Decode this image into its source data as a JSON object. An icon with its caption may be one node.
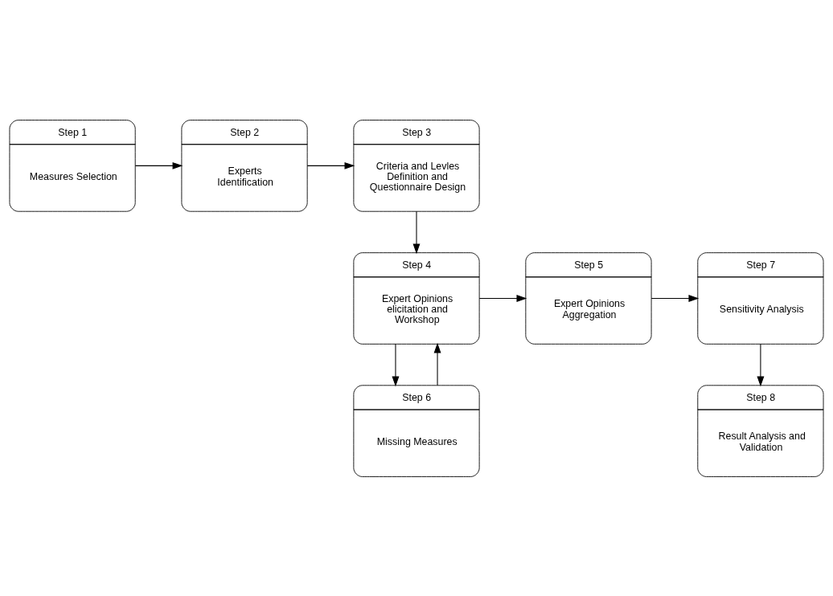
{
  "diagram": {
    "nodes": [
      {
        "text": [
          "Step 1",
          "Measures Selection"
        ]
      },
      {
        "text": [
          "Step 2",
          "Experts Identification"
        ]
      },
      {
        "text": [
          "Step 3",
          "Criteria and Levles Definition and Questionnaire Design"
        ]
      },
      {
        "text": [
          "Step 4",
          "Expert Opinions elicitation and Workshop"
        ]
      },
      {
        "text": [
          "Step 5",
          "Expert Opinions Aggregation"
        ]
      },
      {
        "text": [
          "Step 7",
          "Sensitivity Analysis"
        ]
      },
      {
        "text": [
          "Step 6",
          "Missing Measures"
        ]
      },
      {
        "text": [
          "Step 8",
          "Result Analysis and Validation"
        ]
      }
    ],
    "edges": [
      {
        "from": 0,
        "to": 1,
        "arrow": "to"
      },
      {
        "from": 1,
        "to": 2,
        "arrow": "to"
      },
      {
        "from": 2,
        "to": 3,
        "arrow": "to"
      },
      {
        "from": 3,
        "to": 4,
        "arrow": "to"
      },
      {
        "from": 4,
        "to": 5,
        "arrow": "to"
      },
      {
        "from": 3,
        "to": 6,
        "arrow": "to"
      },
      {
        "from": 6,
        "to": 3,
        "arrow": "to"
      },
      {
        "from": 5,
        "to": 7,
        "arrow": "to"
      }
    ]
  }
}
